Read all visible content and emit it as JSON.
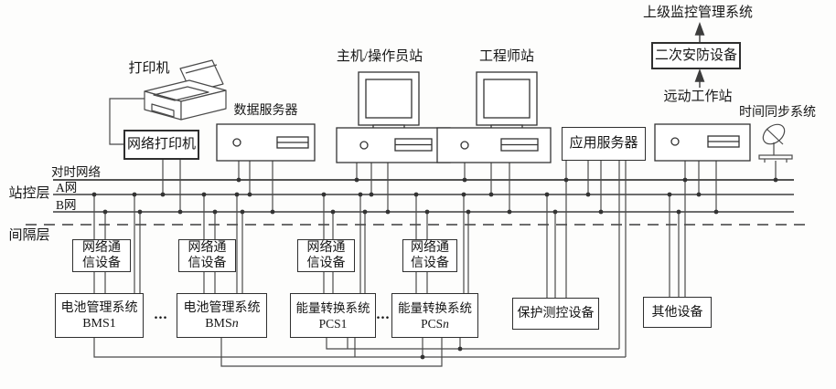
{
  "diagram": {
    "top_chain": {
      "supervisory": "上级监控管理系统",
      "security": "二次安防设备",
      "remote_workstation": "远动工作站"
    },
    "station_layer": {
      "printer": "打印机",
      "network_printer": "网络打印机",
      "data_server": "数据服务器",
      "operator_station": "主机/操作员站",
      "engineer_station": "工程师站",
      "app_server": "应用服务器",
      "time_sync_system": "时间同步系统"
    },
    "buses": {
      "time_sync_net": "对时网络",
      "net_a": "A网",
      "net_b": "B网"
    },
    "layer_labels": {
      "station": "站控层",
      "bay": "间隔层"
    },
    "bay_layer": {
      "comm_line1": "网络通",
      "comm_line2": "信设备",
      "bms_title": "电池管理系统",
      "bms1_id": "BMS1",
      "bmsn_prefix": "BMS",
      "bmsn_var": "n",
      "pcs_title": "能量转换系统",
      "pcs1_id": "PCS1",
      "pcsn_prefix": "PCS",
      "pcsn_var": "n",
      "protection": "保护测控设备",
      "other": "其他设备",
      "ellipsis": "..."
    },
    "colors": {
      "line": "#454545",
      "border": "#2f2f2f",
      "text": "#151515",
      "background": "#fdfdfc"
    }
  }
}
